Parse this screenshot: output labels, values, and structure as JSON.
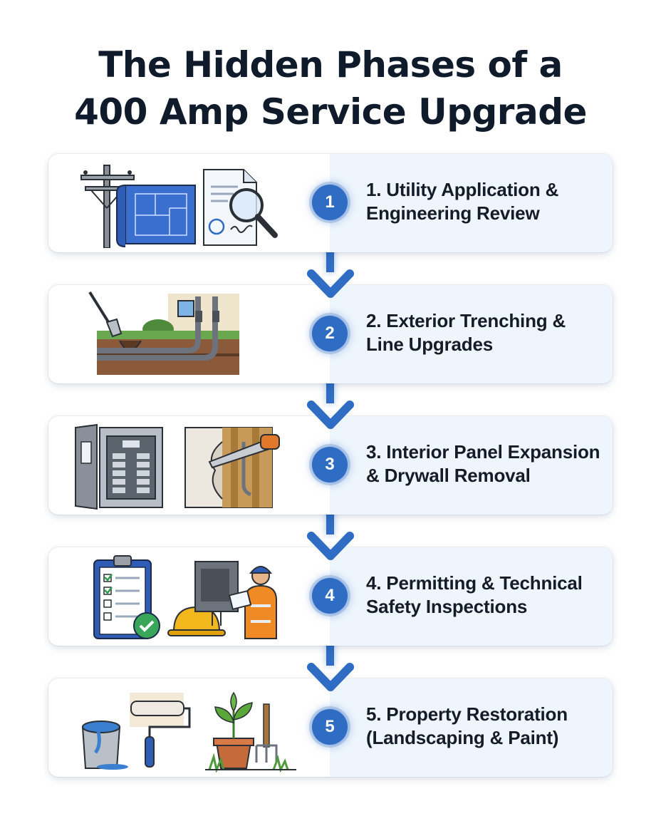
{
  "title": {
    "line1": "The Hidden Phases of a",
    "line2": "400 Amp Service Upgrade"
  },
  "steps": [
    {
      "number": "1",
      "label_line1": "1. Utility Application &",
      "label_line2": "Engineering Review",
      "icons": [
        "utility-pole-icon",
        "blueprint-icon",
        "document-magnifier-icon"
      ]
    },
    {
      "number": "2",
      "label_line1": "2. Exterior Trenching &",
      "label_line2": "Line Upgrades",
      "icons": [
        "trench-conduit-icon"
      ]
    },
    {
      "number": "3",
      "label_line1": "3. Interior Panel Expansion",
      "label_line2": "& Drywall Removal",
      "icons": [
        "electrical-panel-icon",
        "drywall-saw-icon"
      ]
    },
    {
      "number": "4",
      "label_line1": "4. Permitting & Technical",
      "label_line2": "Safety Inspections",
      "icons": [
        "checklist-clipboard-icon",
        "hard-hat-icon",
        "inspector-icon"
      ]
    },
    {
      "number": "5",
      "label_line1": "5. Property Restoration",
      "label_line2": "(Landscaping & Paint)",
      "icons": [
        "paint-can-roller-icon",
        "plant-pot-tools-icon"
      ]
    }
  ],
  "colors": {
    "accent": "#2f6cc4",
    "title": "#0f1a2a",
    "card_right_bg": "#eef5fc"
  }
}
